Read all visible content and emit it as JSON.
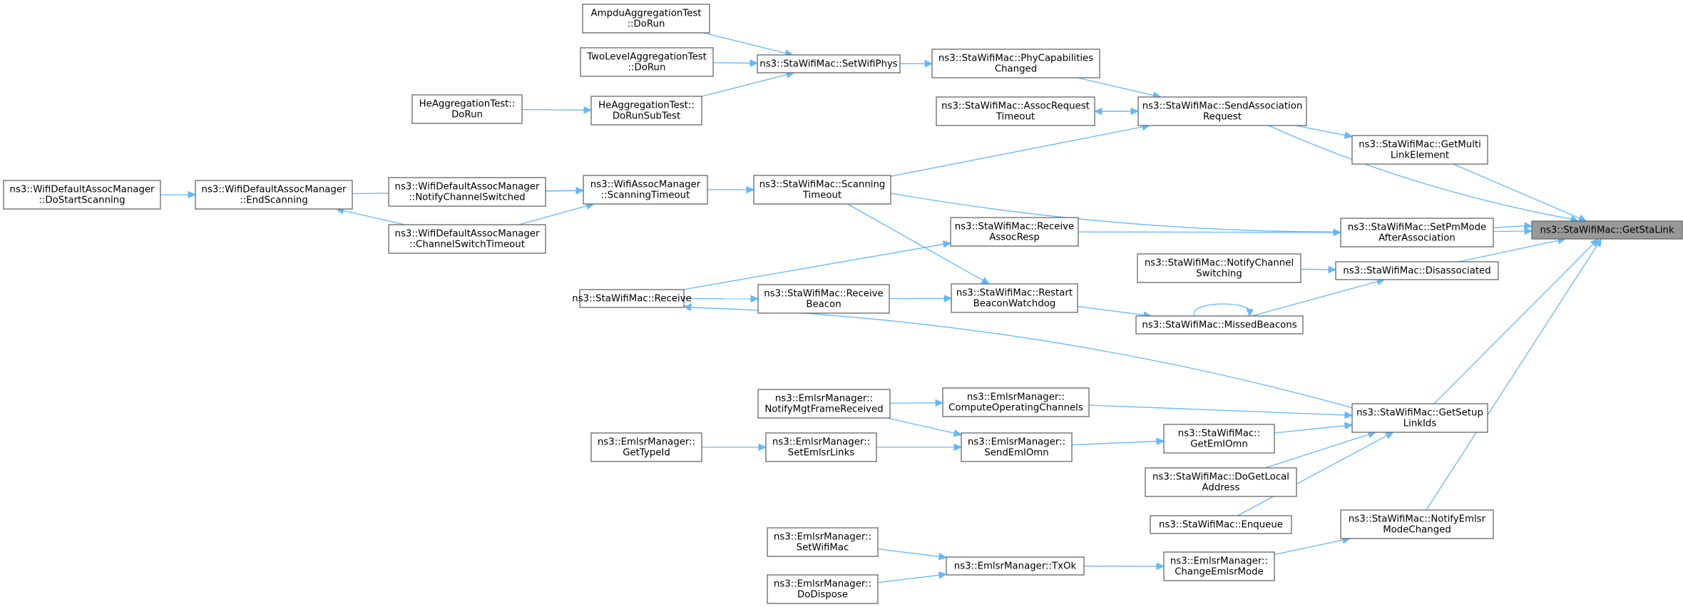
{
  "diagram": {
    "type": "doxygen-caller-graph",
    "root_node": "getstalink",
    "colors": {
      "edge": "#63b8ff",
      "node_border": "#666666",
      "root_fill": "#999999",
      "node_fill": "#ffffff"
    },
    "nodes": [
      {
        "id": "getstalink",
        "lines": [
          "ns3::StaWifiMac::GetStaLink"
        ]
      },
      {
        "id": "sendassocreq",
        "lines": [
          "ns3::StaWifiMac::SendAssociation",
          "Request"
        ]
      },
      {
        "id": "getmultilink",
        "lines": [
          "ns3::StaWifiMac::GetMulti",
          "LinkElement"
        ]
      },
      {
        "id": "scantimeout",
        "lines": [
          "ns3::StaWifiMac::Scanning",
          "Timeout"
        ]
      },
      {
        "id": "setpmmode",
        "lines": [
          "ns3::StaWifiMac::SetPmMode",
          "AfterAssociation"
        ]
      },
      {
        "id": "disassociated",
        "lines": [
          "ns3::StaWifiMac::Disassociated"
        ]
      },
      {
        "id": "getsetuplinkids",
        "lines": [
          "ns3::StaWifiMac::GetSetup",
          "LinkIds"
        ]
      },
      {
        "id": "notifyemlsr",
        "lines": [
          "ns3::StaWifiMac::NotifyEmlsr",
          "ModeChanged"
        ]
      },
      {
        "id": "phycap",
        "lines": [
          "ns3::StaWifiMac::PhyCapabilities",
          "Changed"
        ]
      },
      {
        "id": "setwifiphys",
        "lines": [
          "ns3::StaWifiMac::SetWifiPhys"
        ]
      },
      {
        "id": "ampdutest",
        "lines": [
          "AmpduAggregationTest",
          "::DoRun"
        ]
      },
      {
        "id": "twoleveltest",
        "lines": [
          "TwoLevelAggregationTest",
          "::DoRun"
        ]
      },
      {
        "id": "hesubtest",
        "lines": [
          "HeAggregationTest::",
          "DoRunSubTest"
        ]
      },
      {
        "id": "hetestrun",
        "lines": [
          "HeAggregationTest::",
          "DoRun"
        ]
      },
      {
        "id": "assocreqtimeout",
        "lines": [
          "ns3::StaWifiMac::AssocRequest",
          "Timeout"
        ]
      },
      {
        "id": "assocmgrscantimeout",
        "lines": [
          "ns3::WifiAssocManager",
          "::ScanningTimeout"
        ]
      },
      {
        "id": "endscanning",
        "lines": [
          "ns3::WifiDefaultAssocManager",
          "::EndScanning"
        ]
      },
      {
        "id": "dostartscanning",
        "lines": [
          "ns3::WifiDefaultAssocManager",
          "::DoStartScanning"
        ]
      },
      {
        "id": "notifychannelswitched",
        "lines": [
          "ns3::WifiDefaultAssocManager",
          "::NotifyChannelSwitched"
        ]
      },
      {
        "id": "channelswitchtimeout",
        "lines": [
          "ns3::WifiDefaultAssocManager",
          "::ChannelSwitchTimeout"
        ]
      },
      {
        "id": "receiveassocresp",
        "lines": [
          "ns3::StaWifiMac::Receive",
          "AssocResp"
        ]
      },
      {
        "id": "notifychannelswitching",
        "lines": [
          "ns3::StaWifiMac::NotifyChannel",
          "Switching"
        ]
      },
      {
        "id": "receive",
        "lines": [
          "ns3::StaWifiMac::Receive"
        ]
      },
      {
        "id": "receivebeacon",
        "lines": [
          "ns3::StaWifiMac::Receive",
          "Beacon"
        ]
      },
      {
        "id": "restartwatchdog",
        "lines": [
          "ns3::StaWifiMac::Restart",
          "BeaconWatchdog"
        ]
      },
      {
        "id": "missedbeacons",
        "lines": [
          "ns3::StaWifiMac::MissedBeacons"
        ]
      },
      {
        "id": "notifymgtframe",
        "lines": [
          "ns3::EmlsrManager::",
          "NotifyMgtFrameReceived"
        ]
      },
      {
        "id": "computechannels",
        "lines": [
          "ns3::EmlsrManager::",
          "ComputeOperatingChannels"
        ]
      },
      {
        "id": "gettypeid",
        "lines": [
          "ns3::EmlsrManager::",
          "GetTypeId"
        ]
      },
      {
        "id": "setemlsrlinks",
        "lines": [
          "ns3::EmlsrManager::",
          "SetEmlsrLinks"
        ]
      },
      {
        "id": "sendemlomn",
        "lines": [
          "ns3::EmlsrManager::",
          "SendEmlOmn"
        ]
      },
      {
        "id": "getemlomn",
        "lines": [
          "ns3::StaWifiMac::",
          "GetEmlOmn"
        ]
      },
      {
        "id": "dogetlocaladdr",
        "lines": [
          "ns3::StaWifiMac::DoGetLocal",
          "Address"
        ]
      },
      {
        "id": "enqueue",
        "lines": [
          "ns3::StaWifiMac::Enqueue"
        ]
      },
      {
        "id": "setwifimac",
        "lines": [
          "ns3::EmlsrManager::",
          "SetWifiMac"
        ]
      },
      {
        "id": "dodispose",
        "lines": [
          "ns3::EmlsrManager::",
          "DoDispose"
        ]
      },
      {
        "id": "txok",
        "lines": [
          "ns3::EmlsrManager::TxOk"
        ]
      },
      {
        "id": "changeemlsrmode",
        "lines": [
          "ns3::EmlsrManager::",
          "ChangeEmlsrMode"
        ]
      }
    ],
    "edges": [
      {
        "from": "sendassocreq",
        "to": "getstalink"
      },
      {
        "from": "getmultilink",
        "to": "getstalink"
      },
      {
        "from": "scantimeout",
        "to": "getstalink"
      },
      {
        "from": "setpmmode",
        "to": "getstalink"
      },
      {
        "from": "disassociated",
        "to": "getstalink"
      },
      {
        "from": "getsetuplinkids",
        "to": "getstalink"
      },
      {
        "from": "notifyemlsr",
        "to": "getstalink"
      },
      {
        "from": "phycap",
        "to": "sendassocreq"
      },
      {
        "from": "setwifiphys",
        "to": "phycap"
      },
      {
        "from": "ampdutest",
        "to": "setwifiphys"
      },
      {
        "from": "twoleveltest",
        "to": "setwifiphys"
      },
      {
        "from": "hesubtest",
        "to": "setwifiphys"
      },
      {
        "from": "hetestrun",
        "to": "hesubtest"
      },
      {
        "from": "sendassocreq",
        "to": "assocreqtimeout"
      },
      {
        "from": "assocreqtimeout",
        "to": "sendassocreq"
      },
      {
        "from": "scantimeout",
        "to": "sendassocreq"
      },
      {
        "from": "sendassocreq",
        "to": "getmultilink"
      },
      {
        "from": "assocmgrscantimeout",
        "to": "scantimeout"
      },
      {
        "from": "endscanning",
        "to": "assocmgrscantimeout"
      },
      {
        "from": "dostartscanning",
        "to": "endscanning"
      },
      {
        "from": "notifychannelswitched",
        "to": "assocmgrscantimeout"
      },
      {
        "from": "channelswitchtimeout",
        "to": "assocmgrscantimeout"
      },
      {
        "from": "channelswitchtimeout",
        "to": "endscanning"
      },
      {
        "from": "receiveassocresp",
        "to": "setpmmode"
      },
      {
        "from": "notifychannelswitching",
        "to": "disassociated"
      },
      {
        "from": "missedbeacons",
        "to": "disassociated"
      },
      {
        "from": "missedbeacons",
        "to": "missedbeacons"
      },
      {
        "from": "receive",
        "to": "receiveassocresp"
      },
      {
        "from": "receive",
        "to": "receivebeacon"
      },
      {
        "from": "receivebeacon",
        "to": "restartwatchdog"
      },
      {
        "from": "scantimeout",
        "to": "restartwatchdog"
      },
      {
        "from": "restartwatchdog",
        "to": "missedbeacons"
      },
      {
        "from": "getsetuplinkids",
        "to": "receive"
      },
      {
        "from": "computechannels",
        "to": "getsetuplinkids"
      },
      {
        "from": "notifymgtframe",
        "to": "computechannels"
      },
      {
        "from": "notifymgtframe",
        "to": "sendemlomn"
      },
      {
        "from": "setemlsrlinks",
        "to": "sendemlomn"
      },
      {
        "from": "gettypeid",
        "to": "setemlsrlinks"
      },
      {
        "from": "sendemlomn",
        "to": "getemlomn"
      },
      {
        "from": "getemlomn",
        "to": "getsetuplinkids"
      },
      {
        "from": "dogetlocaladdr",
        "to": "getsetuplinkids"
      },
      {
        "from": "enqueue",
        "to": "getsetuplinkids"
      },
      {
        "from": "setwifimac",
        "to": "txok"
      },
      {
        "from": "dodispose",
        "to": "txok"
      },
      {
        "from": "txok",
        "to": "changeemlsrmode"
      },
      {
        "from": "changeemlsrmode",
        "to": "notifyemlsr"
      }
    ]
  }
}
